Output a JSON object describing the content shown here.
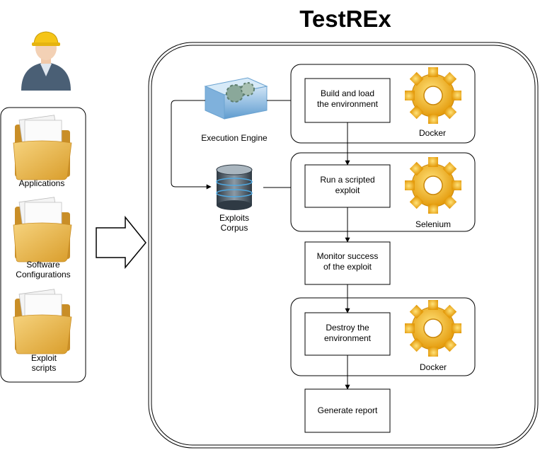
{
  "title": "TestREx",
  "inputs": {
    "applications": "Applications",
    "software_line1": "Software",
    "software_line2": "Configurations",
    "exploit_line1": "Exploit",
    "exploit_line2": "scripts"
  },
  "left_components": {
    "engine": "Execution Engine",
    "corpus_line1": "Exploits",
    "corpus_line2": "Corpus"
  },
  "steps": {
    "build_line1": "Build and load",
    "build_line2": "the environment",
    "run_line1": "Run a scripted",
    "run_line2": "exploit",
    "monitor_line1": "Monitor success",
    "monitor_line2": "of the exploit",
    "destroy_line1": "Destroy the",
    "destroy_line2": "environment",
    "report": "Generate report"
  },
  "tools": {
    "docker_top": "Docker",
    "selenium": "Selenium",
    "docker_bottom": "Docker"
  },
  "colors": {
    "gear": "#f2b318",
    "folder": "#e9b84f",
    "engine_cube": "#9cc3e6",
    "database": "#5a6c7a"
  }
}
